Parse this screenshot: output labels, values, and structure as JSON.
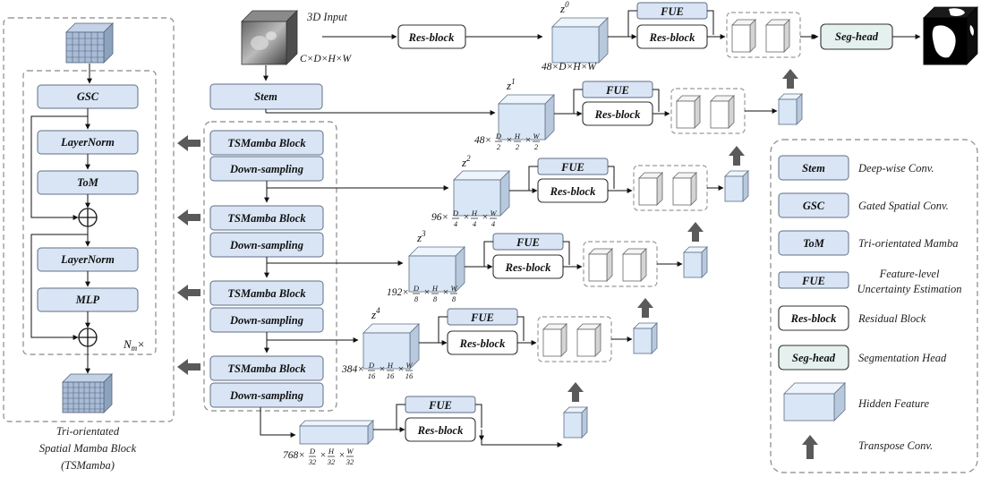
{
  "caption": {
    "line1": "Tri-orientated",
    "line2": "Spatial Mamba Block",
    "line3": "(TSMamba)"
  },
  "tsm_block": {
    "gsc": "GSC",
    "layernorm": "LayerNorm",
    "tom": "ToM",
    "mlp": "MLP",
    "nm": "N",
    "nm_sub": "m",
    "nm_times": "×"
  },
  "input": {
    "title": "3D Input",
    "dims": "C×D×H×W"
  },
  "stem": "Stem",
  "encoder": {
    "tsmamba": "TSMamba Block",
    "down": "Down-sampling"
  },
  "resblock": "Res-block",
  "fue": "FUE",
  "seghead": "Seg-head",
  "z": [
    {
      "name": "z",
      "sup": "0",
      "dims": "48×D×H×W"
    },
    {
      "name": "z",
      "sup": "1",
      "coef": "48×",
      "d": "D",
      "h": "H",
      "w": "W",
      "den": "2"
    },
    {
      "name": "z",
      "sup": "2",
      "coef": "96×",
      "d": "D",
      "h": "H",
      "w": "W",
      "den": "4"
    },
    {
      "name": "z",
      "sup": "3",
      "coef": "192×",
      "d": "D",
      "h": "H",
      "w": "W",
      "den": "8"
    },
    {
      "name": "z",
      "sup": "4",
      "coef": "384×",
      "d": "D",
      "h": "H",
      "w": "W",
      "den": "16"
    },
    {
      "coef": "768×",
      "d": "D",
      "h": "H",
      "w": "W",
      "den": "32"
    }
  ],
  "times": "×",
  "legend": [
    {
      "key": "Stem",
      "desc": "Deep-wise Conv."
    },
    {
      "key": "GSC",
      "desc": "Gated Spatial Conv."
    },
    {
      "key": "ToM",
      "desc": "Tri-orientated Mamba"
    },
    {
      "key": "FUE",
      "desc1": "Feature-level",
      "desc2": "Uncertainty Estimation"
    },
    {
      "key": "Res-block",
      "desc": "Residual Block"
    },
    {
      "key": "Seg-head",
      "desc": "Segmentation Head"
    },
    {
      "desc": "Hidden Feature"
    },
    {
      "desc": "Transpose Conv."
    }
  ],
  "colors": {
    "block": "#d9e5f5",
    "block_stroke": "#5f6f85",
    "cube_front": "#d8e6f6",
    "cube_top": "#eef4fb",
    "cube_side": "#b8c9de",
    "arrow": "#5a5a5a",
    "dash": "#9a9a9a",
    "seghead": "#e5f1ef"
  }
}
